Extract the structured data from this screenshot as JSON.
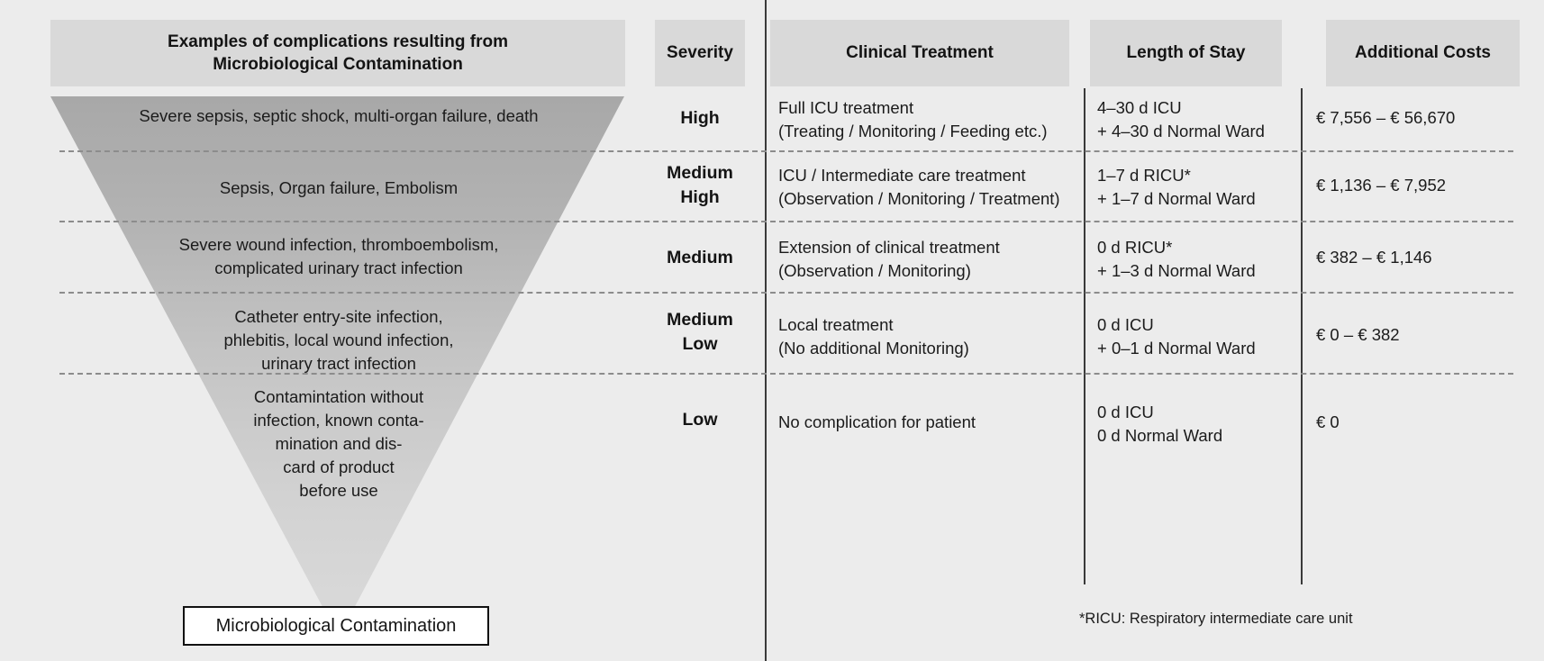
{
  "diagram": {
    "title": "Risk severity funnel for microbiological contamination",
    "accent_color": "#ececec",
    "funnel_color_top": "#a9a9a9",
    "funnel_color_bottom": "#d6d6d6",
    "divider_color": "#3a3a3a",
    "dash_color": "#8c8c8c"
  },
  "headers": {
    "complications_line1": "Examples of complications resulting from",
    "complications_line2": "Microbiological Contamination",
    "severity": "Severity",
    "treatment": "Clinical Treatment",
    "stay": "Length of Stay",
    "costs": "Additional Costs"
  },
  "rows": [
    {
      "complication_line1": "Severe sepsis, septic shock, multi-organ failure, death",
      "complication_line2": "",
      "complication_line3": "",
      "severity_line1": "High",
      "severity_line2": "",
      "treatment_line1": "Full ICU treatment",
      "treatment_line2": "(Treating / Monitoring / Feeding etc.)",
      "stay_line1": "4–30 d ICU",
      "stay_line2": "+ 4–30 d Normal Ward",
      "costs_line1": "€ 7,556 – € 56,670",
      "costs_line2": ""
    },
    {
      "complication_line1": "Sepsis, Organ failure, Embolism",
      "complication_line2": "",
      "complication_line3": "",
      "severity_line1": "Medium",
      "severity_line2": "High",
      "treatment_line1": "ICU / Intermediate care treatment",
      "treatment_line2": "(Observation / Monitoring / Treatment)",
      "stay_line1": "1–7 d RICU*",
      "stay_line2": "+ 1–7 d Normal Ward",
      "costs_line1": "€ 1,136 – € 7,952",
      "costs_line2": ""
    },
    {
      "complication_line1": "Severe wound infection, thromboembolism,",
      "complication_line2": "complicated urinary tract infection",
      "complication_line3": "",
      "severity_line1": "Medium",
      "severity_line2": "",
      "treatment_line1": "Extension of clinical treatment",
      "treatment_line2": "(Observation / Monitoring)",
      "stay_line1": "0 d RICU*",
      "stay_line2": "+ 1–3 d Normal Ward",
      "costs_line1": "€ 382 – € 1,146",
      "costs_line2": ""
    },
    {
      "complication_line1": "Catheter entry-site infection,",
      "complication_line2": "phlebitis, local wound infection,",
      "complication_line3": "urinary tract infection",
      "severity_line1": "Medium",
      "severity_line2": "Low",
      "treatment_line1": "Local treatment",
      "treatment_line2": "(No additional Monitoring)",
      "stay_line1": "0 d ICU",
      "stay_line2": "+ 0–1 d Normal Ward",
      "costs_line1": "€ 0 – € 382",
      "costs_line2": ""
    },
    {
      "complication_line1": "Contamintation without",
      "complication_line2": "infection, known conta-",
      "complication_line3": "mination and dis-\ncard of product\nbefore use",
      "severity_line1": "Low",
      "severity_line2": "",
      "treatment_line1": "No complication for patient",
      "treatment_line2": "",
      "stay_line1": "0 d ICU",
      "stay_line2": "0 d Normal Ward",
      "costs_line1": "€ 0",
      "costs_line2": ""
    }
  ],
  "bottom_label": "Microbiological Contamination",
  "footnote": "*RICU: Respiratory intermediate care unit"
}
